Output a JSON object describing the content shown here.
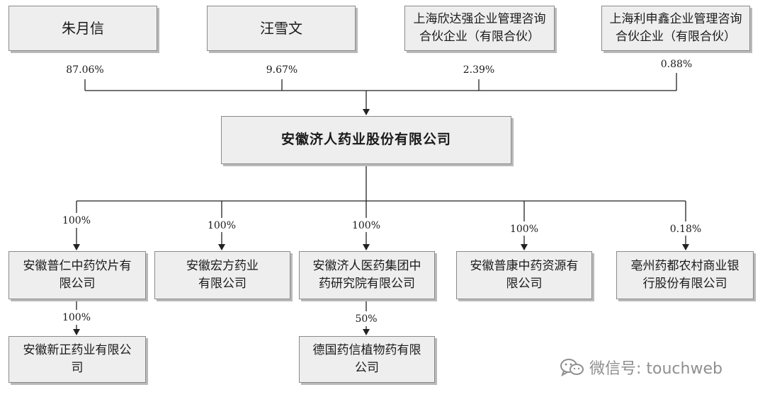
{
  "shareholders": [
    {
      "name": "朱月信",
      "pct": "87.06%"
    },
    {
      "name": "汪雪文",
      "pct": "9.67%"
    },
    {
      "name": "上海欣达强企业管理咨询\n合伙企业（有限合伙）",
      "pct": "2.39%"
    },
    {
      "name": "上海利申鑫企业管理咨询\n合伙企业（有限合伙）",
      "pct": "0.88%"
    }
  ],
  "company": {
    "name": "安徽济人药业股份有限公司"
  },
  "subsidiaries": [
    {
      "name": "安徽普仁中药饮片有\n限公司",
      "pct": "100%"
    },
    {
      "name": "安徽宏方药业\n有限公司",
      "pct": "100%"
    },
    {
      "name": "安徽济人医药集团中\n药研究院有限公司",
      "pct": "100%"
    },
    {
      "name": "安徽普康中药资源有\n限公司",
      "pct": "100%"
    },
    {
      "name": "亳州药都农村商业银\n行股份有限公司",
      "pct": "0.18%"
    }
  ],
  "second_level": [
    {
      "name": "安徽新正药业有限公\n司",
      "pct": "100%"
    },
    {
      "name": "德国药信植物药有限\n公司",
      "pct": "50%"
    }
  ],
  "watermark": {
    "text": "微信号: touchweb",
    "icon": "wechat-icon"
  }
}
